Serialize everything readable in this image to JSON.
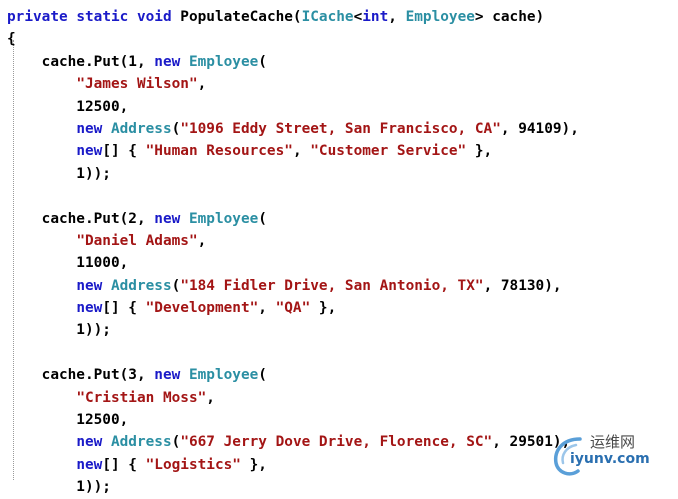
{
  "colors": {
    "keyword": "#1a1ac8",
    "type": "#2b8fa3",
    "string": "#a31515",
    "plain": "#000000"
  },
  "code_lines": [
    [
      [
        "kw",
        "private"
      ],
      [
        "p",
        " "
      ],
      [
        "kw",
        "static"
      ],
      [
        "p",
        " "
      ],
      [
        "kw",
        "void"
      ],
      [
        "p",
        " PopulateCache("
      ],
      [
        "t",
        "ICache"
      ],
      [
        "p",
        "<"
      ],
      [
        "kw",
        "int"
      ],
      [
        "p",
        ", "
      ],
      [
        "t",
        "Employee"
      ],
      [
        "p",
        "> cache)"
      ]
    ],
    [
      [
        "p",
        "{"
      ]
    ],
    [
      [
        "p",
        "    cache.Put(1, "
      ],
      [
        "kw",
        "new"
      ],
      [
        "p",
        " "
      ],
      [
        "t",
        "Employee"
      ],
      [
        "p",
        "("
      ]
    ],
    [
      [
        "p",
        "        "
      ],
      [
        "s",
        "\"James Wilson\""
      ],
      [
        "p",
        ","
      ]
    ],
    [
      [
        "p",
        "        12500,"
      ]
    ],
    [
      [
        "p",
        "        "
      ],
      [
        "kw",
        "new"
      ],
      [
        "p",
        " "
      ],
      [
        "t",
        "Address"
      ],
      [
        "p",
        "("
      ],
      [
        "s",
        "\"1096 Eddy Street, San Francisco, CA\""
      ],
      [
        "p",
        ", 94109),"
      ]
    ],
    [
      [
        "p",
        "        "
      ],
      [
        "kw",
        "new"
      ],
      [
        "p",
        "[] { "
      ],
      [
        "s",
        "\"Human Resources\""
      ],
      [
        "p",
        ", "
      ],
      [
        "s",
        "\"Customer Service\""
      ],
      [
        "p",
        " },"
      ]
    ],
    [
      [
        "p",
        "        1));"
      ]
    ],
    [
      [
        "p",
        ""
      ]
    ],
    [
      [
        "p",
        "    cache.Put(2, "
      ],
      [
        "kw",
        "new"
      ],
      [
        "p",
        " "
      ],
      [
        "t",
        "Employee"
      ],
      [
        "p",
        "("
      ]
    ],
    [
      [
        "p",
        "        "
      ],
      [
        "s",
        "\"Daniel Adams\""
      ],
      [
        "p",
        ","
      ]
    ],
    [
      [
        "p",
        "        11000,"
      ]
    ],
    [
      [
        "p",
        "        "
      ],
      [
        "kw",
        "new"
      ],
      [
        "p",
        " "
      ],
      [
        "t",
        "Address"
      ],
      [
        "p",
        "("
      ],
      [
        "s",
        "\"184 Fidler Drive, San Antonio, TX\""
      ],
      [
        "p",
        ", 78130),"
      ]
    ],
    [
      [
        "p",
        "        "
      ],
      [
        "kw",
        "new"
      ],
      [
        "p",
        "[] { "
      ],
      [
        "s",
        "\"Development\""
      ],
      [
        "p",
        ", "
      ],
      [
        "s",
        "\"QA\""
      ],
      [
        "p",
        " },"
      ]
    ],
    [
      [
        "p",
        "        1));"
      ]
    ],
    [
      [
        "p",
        ""
      ]
    ],
    [
      [
        "p",
        "    cache.Put(3, "
      ],
      [
        "kw",
        "new"
      ],
      [
        "p",
        " "
      ],
      [
        "t",
        "Employee"
      ],
      [
        "p",
        "("
      ]
    ],
    [
      [
        "p",
        "        "
      ],
      [
        "s",
        "\"Cristian Moss\""
      ],
      [
        "p",
        ","
      ]
    ],
    [
      [
        "p",
        "        12500,"
      ]
    ],
    [
      [
        "p",
        "        "
      ],
      [
        "kw",
        "new"
      ],
      [
        "p",
        " "
      ],
      [
        "t",
        "Address"
      ],
      [
        "p",
        "("
      ],
      [
        "s",
        "\"667 Jerry Dove Drive, Florence, SC\""
      ],
      [
        "p",
        ", 29501),"
      ]
    ],
    [
      [
        "p",
        "        "
      ],
      [
        "kw",
        "new"
      ],
      [
        "p",
        "[] { "
      ],
      [
        "s",
        "\"Logistics\""
      ],
      [
        "p",
        " },"
      ]
    ],
    [
      [
        "p",
        "        1));"
      ]
    ]
  ],
  "watermark": {
    "text_cn": "运维网",
    "url": "iyunv.com",
    "icon": "swirl-logo-icon"
  }
}
